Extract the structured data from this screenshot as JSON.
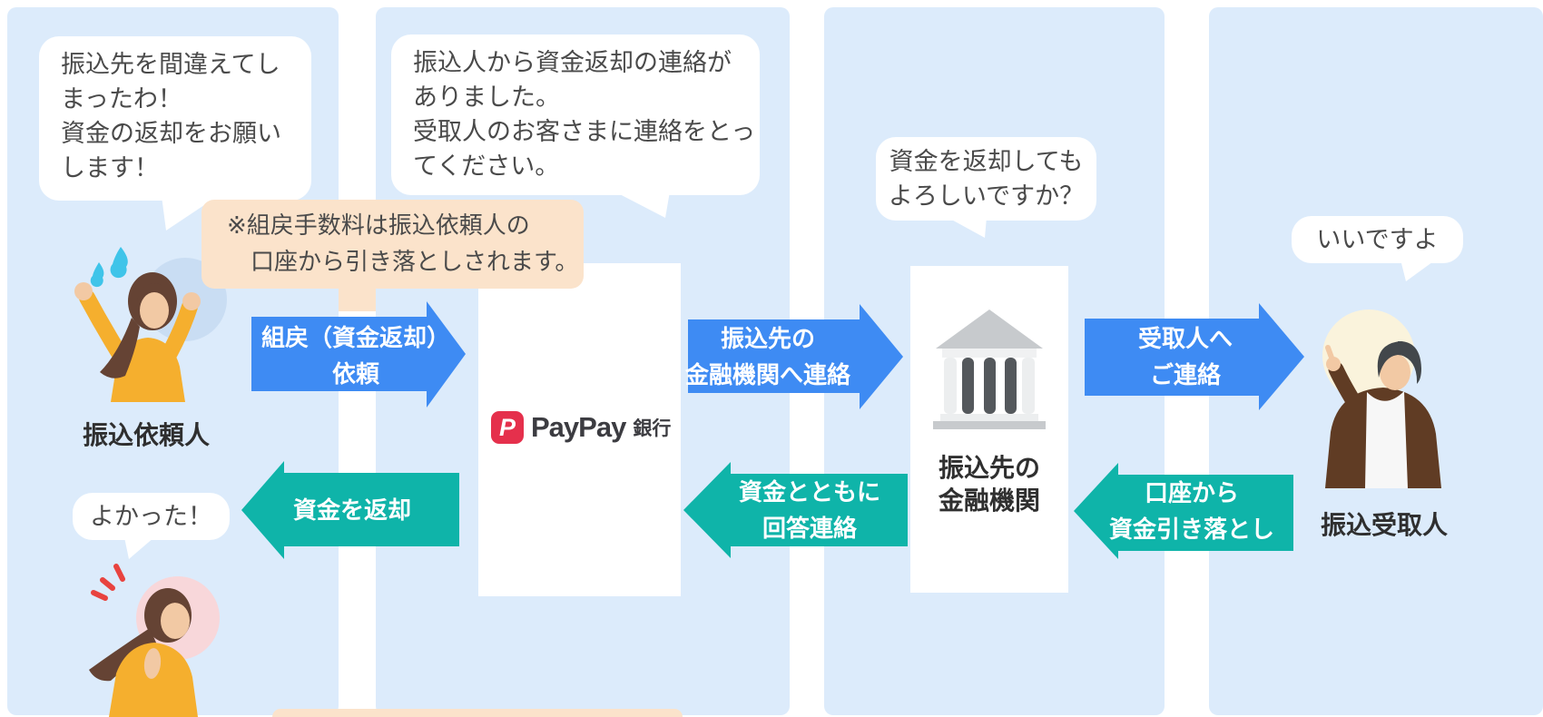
{
  "bubbles": {
    "requester_top": "振込先を間違えてし\nまったわ！\n資金の返却をお願い\nします！",
    "paypay_clerk": "振込人から資金返却の連絡が\nありました。\n受取人のお客さまに連絡をとっ\nてください。",
    "dest_bank_question": "資金を返却しても\nよろしいですか？",
    "recipient_answer": "いいですよ",
    "requester_relief": "よかった！"
  },
  "note": {
    "text": "※組戻手数料は振込依頼人の\n　口座から引き落としされます。"
  },
  "arrows": {
    "request": "組戻（資金返却）\n依頼",
    "contact_dest_bank": "振込先の\n金融機関へ連絡",
    "contact_recipient": "受取人へ\nご連絡",
    "refund": "資金を返却",
    "reply_with_funds": "資金とともに\n回答連絡",
    "withdraw": "口座から\n資金引き落とし"
  },
  "actors": {
    "requester": "振込依頼人",
    "dest_bank": "振込先の\n金融機関",
    "recipient": "振込受取人"
  },
  "paypay": {
    "icon_letter": "P",
    "wordmark": "PayPay",
    "suffix": "銀行"
  },
  "colors": {
    "column_bg": "#dcebfb",
    "arrow_blue": "#3e8bf3",
    "arrow_teal": "#0fb4a9",
    "note_bg": "#fbe3cb",
    "paypay_red": "#e5304c"
  }
}
